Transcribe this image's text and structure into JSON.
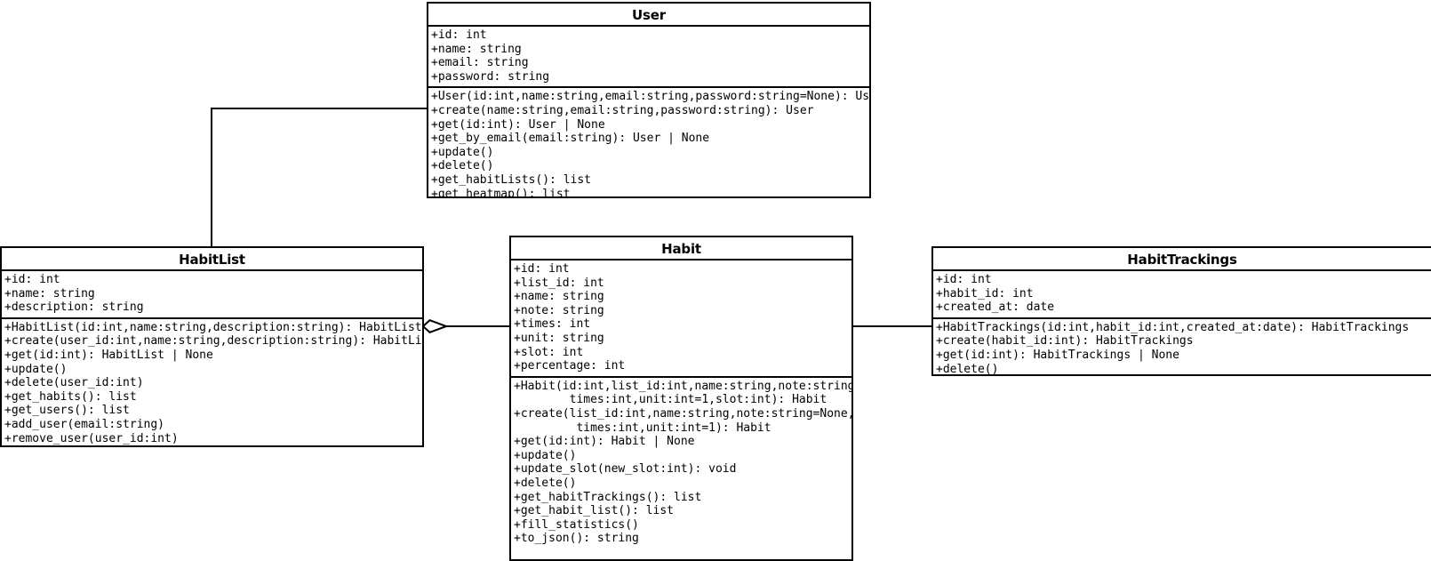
{
  "diagram": {
    "type": "uml-class-diagram",
    "title_font_note": "bold sans-serif",
    "classes": [
      {
        "id": "user",
        "name": "User",
        "attributes": [
          "+id: int",
          "+name: string",
          "+email: string",
          "+password: string"
        ],
        "methods": [
          "+User(id:int,name:string,email:string,password:string=None): User",
          "+create(name:string,email:string,password:string): User",
          "+get(id:int): User | None",
          "+get_by_email(email:string): User | None",
          "+update()",
          "+delete()",
          "+get_habitLists(): list",
          "+get_heatmap(): list"
        ]
      },
      {
        "id": "habitlist",
        "name": "HabitList",
        "attributes": [
          "+id: int",
          "+name: string",
          "+description: string"
        ],
        "methods": [
          "+HabitList(id:int,name:string,description:string): HabitList",
          "+create(user_id:int,name:string,description:string): HabitList",
          "+get(id:int): HabitList | None",
          "+update()",
          "+delete(user_id:int)",
          "+get_habits(): list",
          "+get_users(): list",
          "+add_user(email:string)",
          "+remove_user(user_id:int)"
        ]
      },
      {
        "id": "habit",
        "name": "Habit",
        "attributes": [
          "+id: int",
          "+list_id: int",
          "+name: string",
          "+note: string",
          "+times: int",
          "+unit: string",
          "+slot: int",
          "+percentage: int"
        ],
        "methods": [
          "+Habit(id:int,list_id:int,name:string,note:string,",
          "        times:int,unit:int=1,slot:int): Habit",
          "+create(list_id:int,name:string,note:string=None,",
          "         times:int,unit:int=1): Habit",
          "+get(id:int): Habit | None",
          "+update()",
          "+update_slot(new_slot:int): void",
          "+delete()",
          "+get_habitTrackings(): list",
          "+get_habit_list(): list",
          "+fill_statistics()",
          "+to_json(): string"
        ]
      },
      {
        "id": "habittrackings",
        "name": "HabitTrackings",
        "attributes": [
          "+id: int",
          "+habit_id: int",
          "+created_at: date"
        ],
        "methods": [
          "+HabitTrackings(id:int,habit_id:int,created_at:date): HabitTrackings",
          "+create(habit_id:int): HabitTrackings",
          "+get(id:int): HabitTrackings | None",
          "+delete()"
        ]
      }
    ],
    "relationships": [
      {
        "id": "user-habitlist",
        "from": "User",
        "to": "HabitList",
        "kind": "association",
        "style": "orthogonal"
      },
      {
        "id": "habitlist-habit",
        "from": "HabitList",
        "to": "Habit",
        "kind": "aggregation",
        "decorator": "hollow-diamond",
        "decorator_side": "HabitList"
      },
      {
        "id": "habit-habittrackings",
        "from": "Habit",
        "to": "HabitTrackings",
        "kind": "association",
        "style": "straight"
      }
    ]
  },
  "colors": {
    "stroke": "#000000",
    "fill": "#ffffff",
    "text": "#000000"
  }
}
